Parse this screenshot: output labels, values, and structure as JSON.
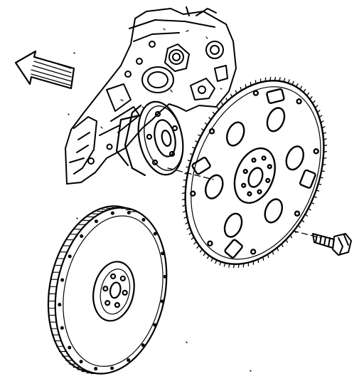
{
  "diagram": {
    "ink_color": "#000000",
    "background_color": "#ffffff",
    "parts": [
      {
        "id": "engine-block-rear",
        "icon": "engine-block-icon"
      },
      {
        "id": "crankshaft-rear-flange",
        "icon": "crankshaft-flange-icon"
      },
      {
        "id": "flexplate",
        "icon": "flexplate-icon"
      },
      {
        "id": "flywheel",
        "icon": "flywheel-icon"
      },
      {
        "id": "mounting-bolt",
        "icon": "bolt-icon"
      },
      {
        "id": "direction-arrow",
        "icon": "arrow-icon"
      }
    ],
    "labels": []
  }
}
